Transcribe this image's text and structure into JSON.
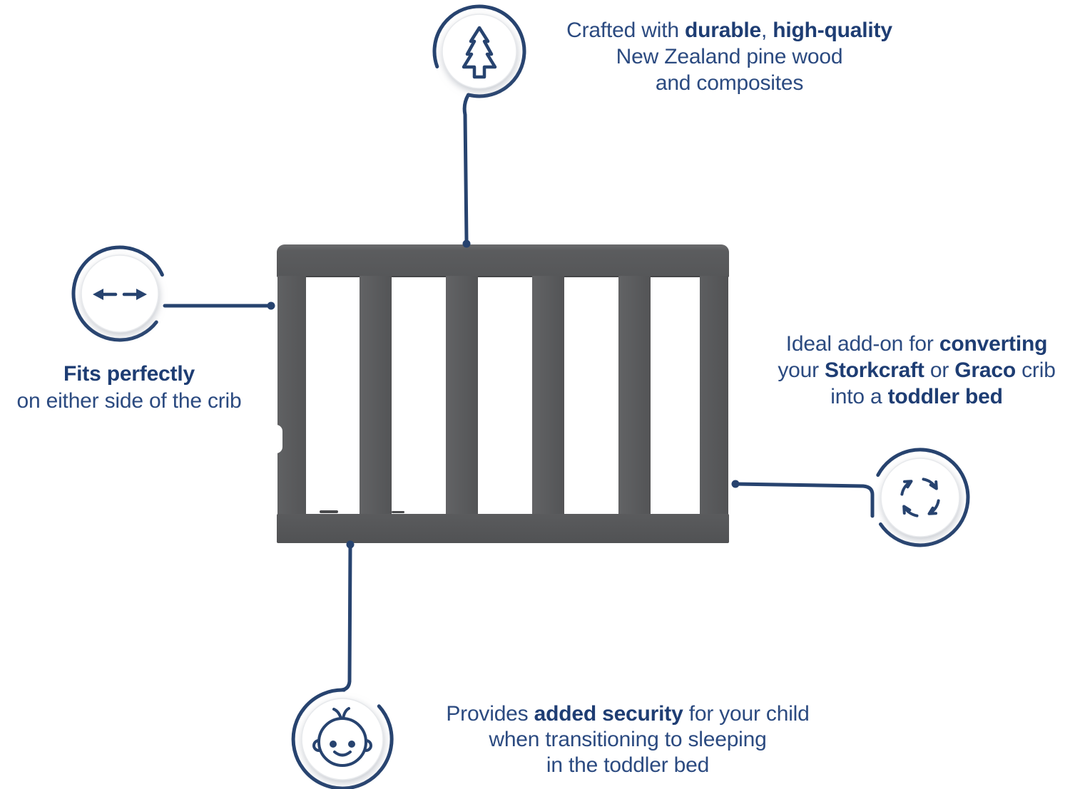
{
  "diagram": {
    "title": "toddler guard rail feature diagram",
    "colors": {
      "accent_navy": "#27436f",
      "text_regular": "#2b4a80",
      "text_bold": "#1e3d73",
      "rail_gray": "#58595b"
    },
    "callouts": {
      "material": {
        "icon": "pine-tree-icon",
        "lines": [
          [
            {
              "t": "Crafted with ",
              "b": false
            },
            {
              "t": "durable",
              "b": true
            },
            {
              "t": ", ",
              "b": false
            },
            {
              "t": "high-quality",
              "b": true
            }
          ],
          [
            {
              "t": "New Zealand pine wood",
              "b": false
            }
          ],
          [
            {
              "t": "and composites",
              "b": false
            }
          ]
        ]
      },
      "fit": {
        "icon": "width-arrows-icon",
        "lines": [
          [
            {
              "t": "Fits perfectly",
              "b": true
            }
          ],
          [
            {
              "t": "on either side of the crib",
              "b": false
            }
          ]
        ]
      },
      "convert": {
        "icon": "convert-cycle-icon",
        "lines": [
          [
            {
              "t": "Ideal add-on for ",
              "b": false
            },
            {
              "t": "converting",
              "b": true
            }
          ],
          [
            {
              "t": "your ",
              "b": false
            },
            {
              "t": "Storkcraft",
              "b": true
            },
            {
              "t": " or ",
              "b": false
            },
            {
              "t": "Graco",
              "b": true
            },
            {
              "t": " crib",
              "b": false
            }
          ],
          [
            {
              "t": "into a ",
              "b": false
            },
            {
              "t": "toddler bed",
              "b": true
            }
          ]
        ]
      },
      "security": {
        "icon": "baby-face-icon",
        "lines": [
          [
            {
              "t": "Provides ",
              "b": false
            },
            {
              "t": "added security",
              "b": true
            },
            {
              "t": " for your child",
              "b": false
            }
          ],
          [
            {
              "t": "when transitioning to sleeping",
              "b": false
            }
          ],
          [
            {
              "t": "in the toddler bed",
              "b": false
            }
          ]
        ]
      }
    }
  }
}
